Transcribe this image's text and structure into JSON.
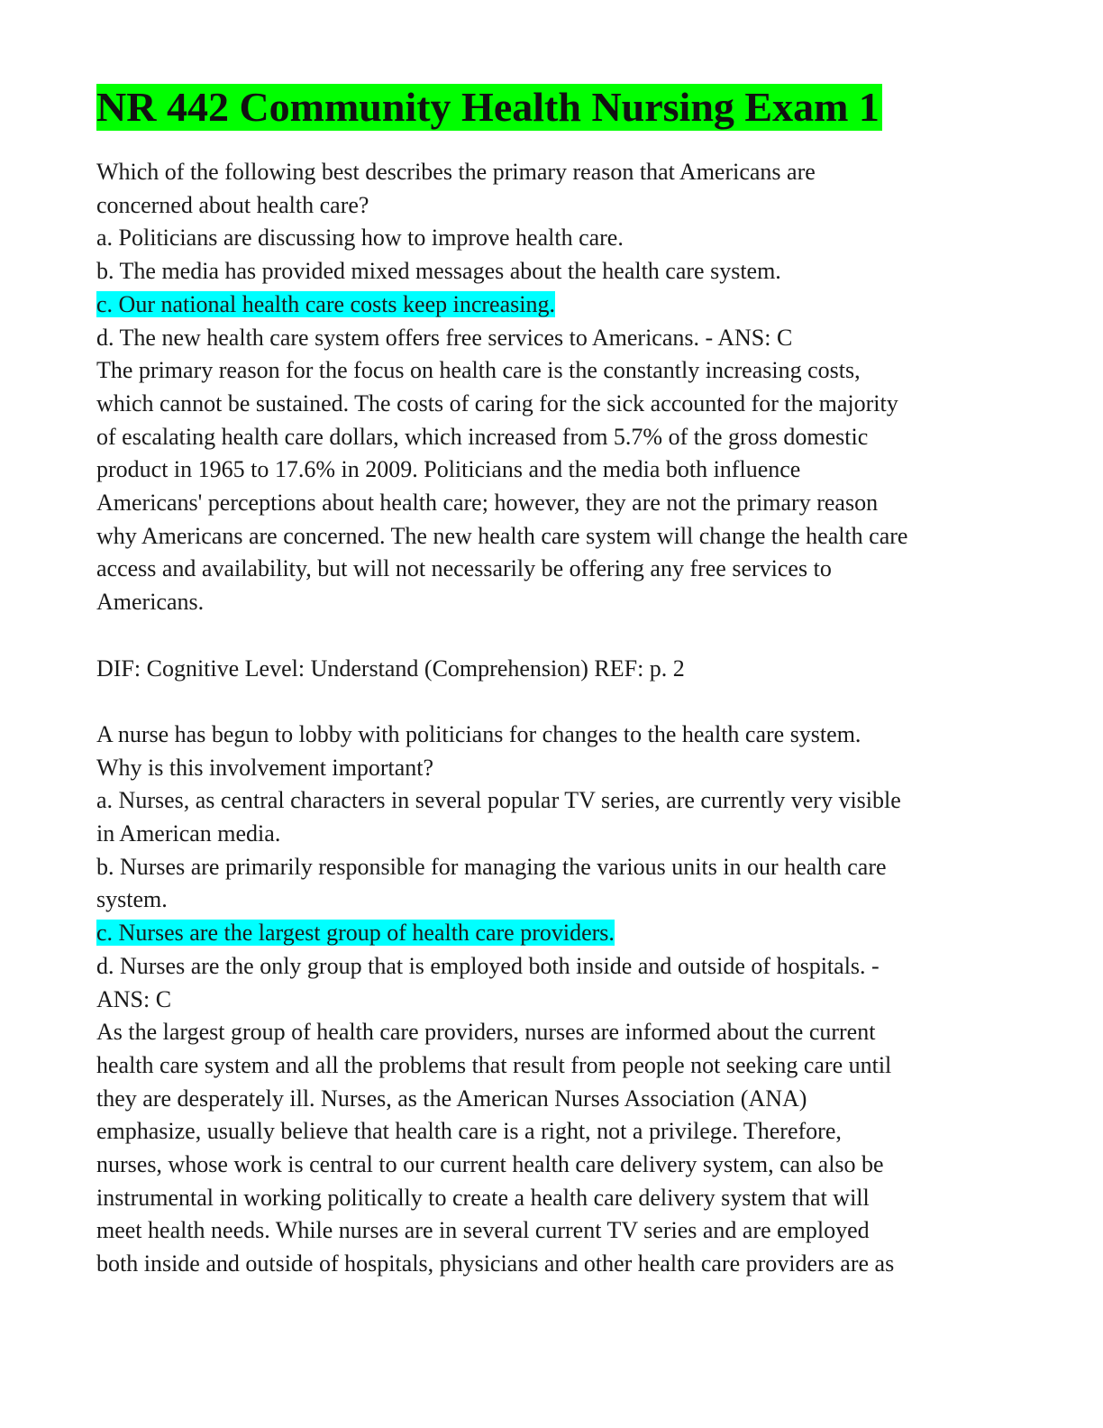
{
  "title": "NR 442 Community Health Nursing Exam 1",
  "colors": {
    "title_highlight": "#00ff00",
    "answer_highlight": "#00ffff"
  },
  "q1": {
    "lines": [
      "Which of the following best describes the primary reason that Americans are",
      "concerned about health care?",
      "a. Politicians are discussing how to improve health care.",
      "b. The media has provided mixed messages about the health care system.",
      "c. Our national health care costs keep increasing.",
      "d. The new health care system offers free services to Americans. - ANS: C",
      "The primary reason for the focus on health care is the constantly increasing costs,",
      "which cannot be sustained. The costs of caring for the sick accounted for the majority",
      "of escalating health care dollars, which increased from 5.7% of the gross domestic",
      "product in 1965 to 17.6% in 2009. Politicians and the media both influence",
      "Americans' perceptions about health care; however, they are not the primary reason",
      "why Americans are concerned. The new health care system will change the health care",
      "access and availability, but will not necessarily be offering any free services to",
      "Americans."
    ],
    "dif": "DIF: Cognitive Level: Understand (Comprehension) REF: p. 2"
  },
  "q2": {
    "lines": [
      "A nurse has begun to lobby with politicians for changes to the health care system.",
      "Why is this involvement important?",
      "a. Nurses, as central characters in several popular TV series, are currently very visible",
      "in American media.",
      "b. Nurses are primarily responsible for managing the various units in our health care",
      "system.",
      "c. Nurses are the largest group of health care providers.",
      "d. Nurses are the only group that is employed both inside and outside of hospitals. -",
      "ANS: C",
      "As the largest group of health care providers, nurses are informed about the current",
      "health care system and all the problems that result from people not seeking care until",
      "they are desperately ill. Nurses, as the American Nurses Association (ANA)",
      "emphasize, usually believe that health care is a right, not a privilege. Therefore,",
      "nurses, whose work is central to our current health care delivery system, can also be",
      "instrumental in working politically to create a health care delivery system that will",
      "meet health needs. While nurses are in several current TV series and are employed",
      "both inside and outside of hospitals, physicians and other health care providers are as"
    ]
  }
}
